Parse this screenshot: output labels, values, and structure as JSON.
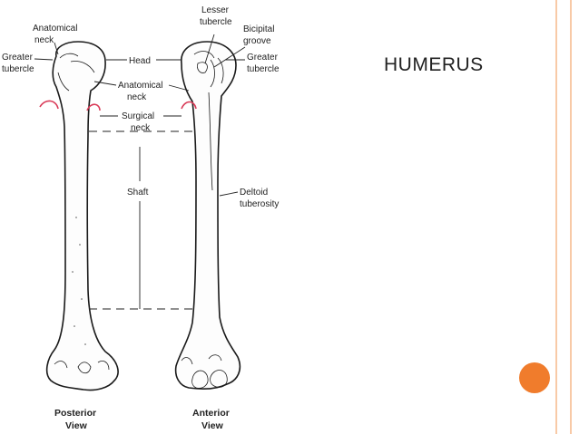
{
  "slide": {
    "title": "HUMERUS",
    "accent_color": "#f07c2c",
    "border_color": "#f5b98a"
  },
  "diagram": {
    "labels": {
      "anatomical_neck_posterior_line1": "Anatomical",
      "anatomical_neck_posterior_line2": "neck",
      "greater_tubercle_posterior_line1": "Greater",
      "greater_tubercle_posterior_line2": "tubercle",
      "head": "Head",
      "anatomical_neck_center_line1": "Anatomical",
      "anatomical_neck_center_line2": "neck",
      "surgical_neck_line1": "Surgical",
      "surgical_neck_line2": "neck",
      "shaft": "Shaft",
      "lesser_tubercle_line1": "Lesser",
      "lesser_tubercle_line2": "tubercle",
      "bicipital_groove_line1": "Bicipital",
      "bicipital_groove_line2": "groove",
      "greater_tubercle_anterior_line1": "Greater",
      "greater_tubercle_anterior_line2": "tubercle",
      "deltoid_tuberosity_line1": "Deltoid",
      "deltoid_tuberosity_line2": "tuberosity"
    },
    "views": {
      "posterior_line1": "Posterior",
      "posterior_line2": "View",
      "anterior_line1": "Anterior",
      "anterior_line2": "View"
    }
  }
}
